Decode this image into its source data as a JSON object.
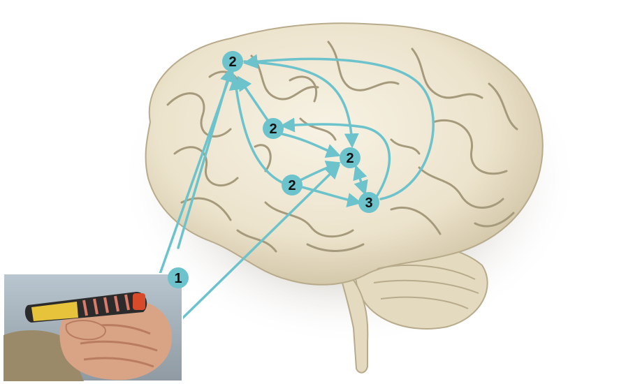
{
  "figure": {
    "nodes": [
      {
        "id": "n1",
        "label": "1",
        "role": "stimulus-entry"
      },
      {
        "id": "n2a",
        "label": "2"
      },
      {
        "id": "n2b",
        "label": "2"
      },
      {
        "id": "n2c",
        "label": "2"
      },
      {
        "id": "n2d",
        "label": "2"
      },
      {
        "id": "n3",
        "label": "3"
      }
    ],
    "connections": [
      {
        "from": "n1",
        "to": "n2a"
      },
      {
        "from": "n1",
        "to": "n2c"
      },
      {
        "from": "n2b",
        "to": "n2a"
      },
      {
        "from": "n2b",
        "to": "n2c"
      },
      {
        "from": "n2d",
        "to": "n2c"
      },
      {
        "from": "n2d",
        "to": "n3"
      },
      {
        "from": "n2c",
        "to": "n3",
        "bidirectional": true
      },
      {
        "from": "n2a",
        "to": "n2c"
      },
      {
        "from": "n3",
        "to": "n2a"
      },
      {
        "from": "n3",
        "to": "n2b"
      },
      {
        "from": "n2d",
        "to": "n2a"
      }
    ],
    "colors": {
      "connector": "#6cc3cc",
      "node_fill": "#6cc3cc",
      "node_text": "#111111",
      "brain": "#efe8d8",
      "brain_fold": "#a69a7c"
    },
    "icons": [
      "brain-illustration",
      "highlighter-pen-in-hand-photo"
    ]
  }
}
